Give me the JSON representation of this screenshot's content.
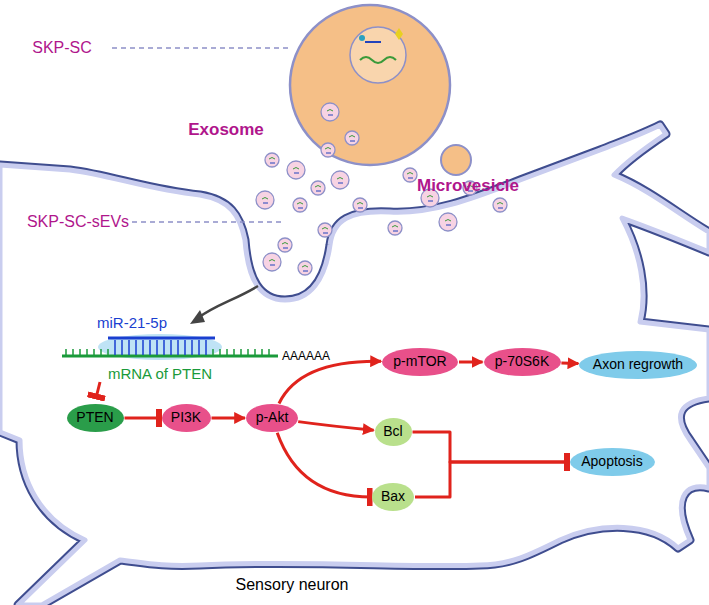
{
  "diagram": {
    "nodes": [
      {
        "text": [
          "PTEN"
        ]
      },
      {
        "text": [
          "PI3K"
        ]
      },
      {
        "text": [
          "p-Akt"
        ]
      },
      {
        "text": [
          "p-mTOR"
        ]
      },
      {
        "text": [
          "p-70S6K"
        ]
      },
      {
        "text": [
          "Axon regrowth"
        ]
      },
      {
        "text": [
          "Bcl"
        ]
      },
      {
        "text": [
          "Bax"
        ]
      },
      {
        "text": [
          "Apoptosis"
        ]
      }
    ],
    "edges": [
      {
        "from": 0,
        "to": 1,
        "arrow": "to"
      },
      {
        "from": 1,
        "to": 2,
        "arrow": "to"
      },
      {
        "from": 2,
        "to": 3,
        "arrow": "to"
      },
      {
        "from": 3,
        "to": 4,
        "arrow": "to"
      },
      {
        "from": 4,
        "to": 5,
        "arrow": "to"
      },
      {
        "from": 2,
        "to": 6,
        "arrow": "to"
      },
      {
        "from": 2,
        "to": 7,
        "arrow": "to"
      },
      {
        "from": 6,
        "to": 8,
        "arrow": "to"
      },
      {
        "from": 7,
        "to": 8,
        "arrow": "to"
      }
    ],
    "labels": [
      "SKP-SC",
      "Exosome",
      "Microvesicle",
      "SKP-SC-sEVs",
      "miR-21-5p",
      "mRNA of PTEN",
      "AAAAAA",
      "Sensory neuron"
    ]
  }
}
